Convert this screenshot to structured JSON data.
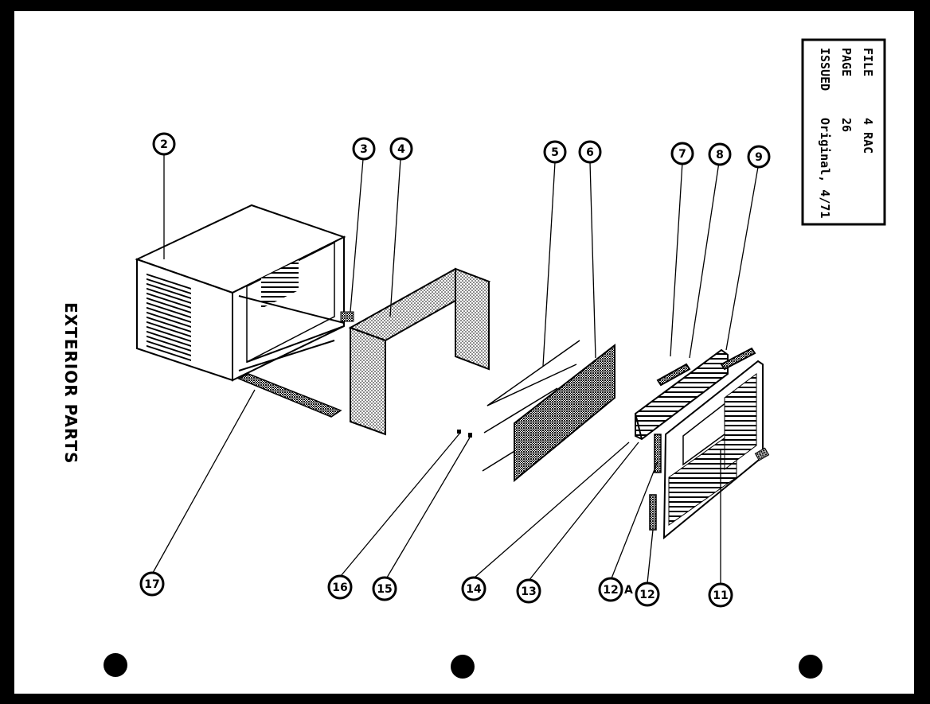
{
  "title": "EXTERIOR PARTS",
  "info_box": {
    "file_label": "FILE",
    "file_value": "4 RAC",
    "page_label": "PAGE",
    "page_value": "26",
    "issued_label": "ISSUED",
    "issued_value": "Original, 4/71"
  },
  "callouts": {
    "c2": "2",
    "c3": "3",
    "c4": "4",
    "c5": "5",
    "c6": "6",
    "c7": "7",
    "c8": "8",
    "c9": "9",
    "c11": "11",
    "c12": "12",
    "c12a": "12",
    "c12a_suffix": "A",
    "c13": "13",
    "c14": "14",
    "c15": "15",
    "c16": "16",
    "c17": "17"
  },
  "colors": {
    "background": "#000000",
    "sheet": "#ffffff",
    "ink": "#000000"
  }
}
